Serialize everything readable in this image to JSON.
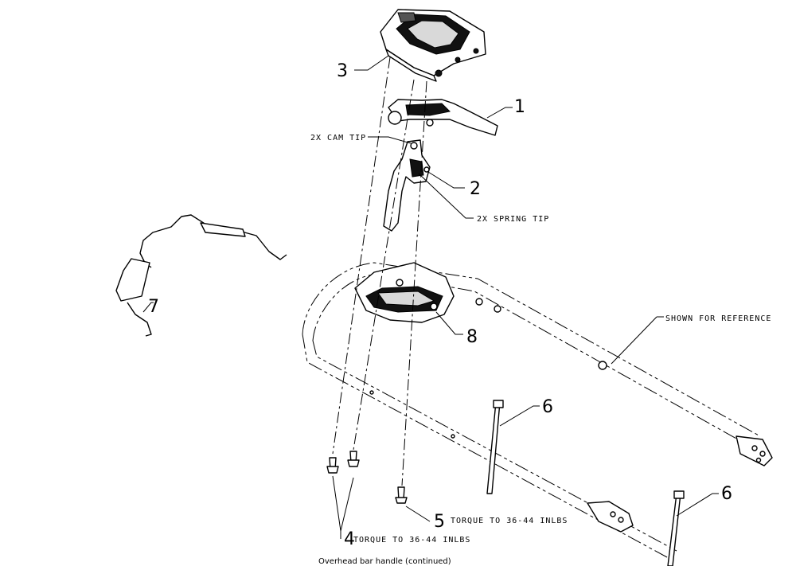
{
  "callouts": {
    "c1": "1",
    "c2": "2",
    "c3": "3",
    "c4": "4",
    "c5": "5",
    "c6a": "6",
    "c6b": "6",
    "c7": "7",
    "c8": "8"
  },
  "notes": {
    "cam_tip": "2X CAM TIP",
    "spring_tip": "2X SPRING TIP",
    "reference": "SHOWN FOR REFERENCE",
    "torque_4": "TORQUE TO 36-44 INLBS",
    "torque_5": "TORQUE TO 36-44 INLBS"
  },
  "footer": {
    "text": "Overhead bar handle (continued)"
  }
}
